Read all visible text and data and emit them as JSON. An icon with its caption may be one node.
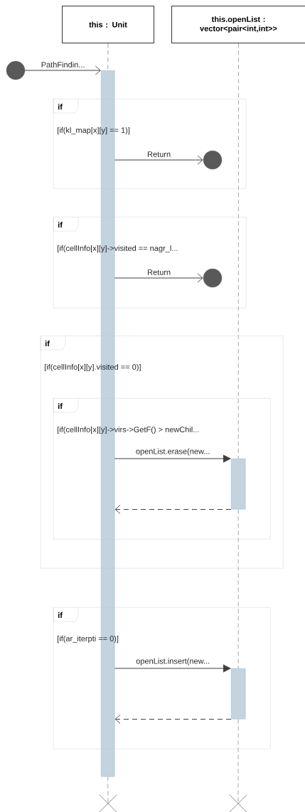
{
  "diagram": {
    "nodes": [
      {
        "text": [
          "this : Unit"
        ]
      },
      {
        "text": [
          "this.openList : vector<pair<int,int>>"
        ]
      },
      {
        "text": [],
        "shape": "circle"
      },
      {
        "text": [],
        "shape": "bar"
      },
      {
        "text": [
          "if",
          "[if(kl_map[x][y] == 1)]"
        ]
      },
      {
        "text": [],
        "shape": "circle",
        "in": 4
      },
      {
        "text": [
          "if",
          "[if(cellInfo[x][y]->visited == nagr_l..."
        ]
      },
      {
        "text": [],
        "shape": "circle",
        "in": 6
      },
      {
        "text": [
          "if",
          "[if(cellInfo[x][y].visited == 0)]"
        ]
      },
      {
        "text": [
          "if",
          "[if(cellInfo[x][y]->virs->GetF() > newChil..."
        ],
        "in": 8
      },
      {
        "text": [],
        "shape": "bar",
        "in": 9
      },
      {
        "text": [
          "if",
          "[if(ar_iterpti == 0)]"
        ]
      },
      {
        "text": [],
        "shape": "bar",
        "in": 11
      },
      {
        "text": [],
        "shape": "cross"
      },
      {
        "text": [],
        "shape": "cross"
      }
    ],
    "edges": [
      {
        "from": 2,
        "to": 3,
        "arrow": "to",
        "label": "PathFindin..."
      },
      {
        "from": 3,
        "to": 5,
        "arrow": "to",
        "label": "Return"
      },
      {
        "from": 3,
        "to": 7,
        "arrow": "to",
        "label": "Return"
      },
      {
        "from": 3,
        "to": 10,
        "arrow": "to",
        "label": "openList.erase(new..."
      },
      {
        "from": 10,
        "to": 3,
        "arrow": "to",
        "style": "dashed"
      },
      {
        "from": 3,
        "to": 12,
        "arrow": "to",
        "label": "openList.insert(new..."
      },
      {
        "from": 12,
        "to": 3,
        "arrow": "to",
        "style": "dashed"
      },
      {
        "from": 0,
        "to": 3,
        "arrow": "none",
        "style": "dashed",
        "color": "#a6a6a6"
      },
      {
        "from": 3,
        "to": 13,
        "arrow": "none",
        "style": "dashed",
        "color": "#a6a6a6"
      },
      {
        "from": 1,
        "to": 10,
        "arrow": "none",
        "style": "dashed",
        "color": "#a6a6a6"
      },
      {
        "from": 10,
        "to": 12,
        "arrow": "none",
        "style": "dashed",
        "color": "#a6a6a6"
      },
      {
        "from": 12,
        "to": 14,
        "arrow": "none",
        "style": "dashed",
        "color": "#a6a6a6"
      }
    ]
  }
}
